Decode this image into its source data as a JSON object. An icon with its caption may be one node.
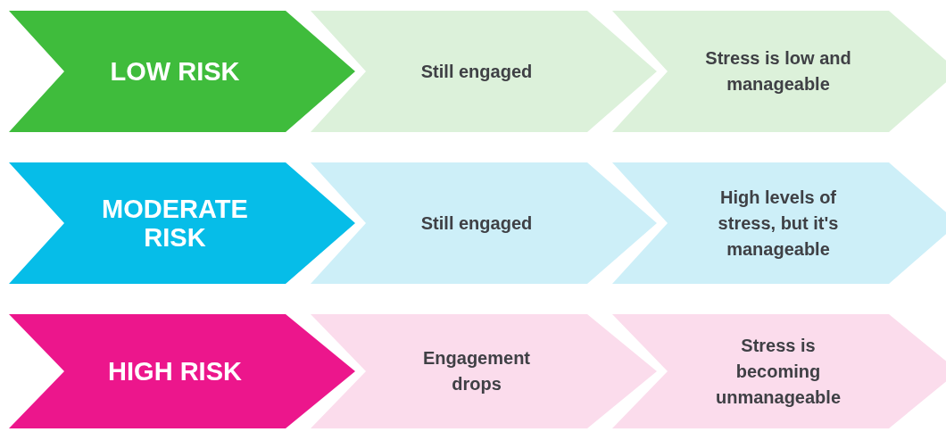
{
  "diagram": {
    "nodes": [
      {
        "text": [
          "LOW RISK"
        ]
      },
      {
        "text": [
          "Still engaged"
        ]
      },
      {
        "text": [
          "Stress is low and manageable"
        ]
      },
      {
        "text": [
          "MODERATE RISK"
        ]
      },
      {
        "text": [
          "Still engaged"
        ]
      },
      {
        "text": [
          "High levels of stress, but it's manageable"
        ]
      },
      {
        "text": [
          "HIGH RISK"
        ]
      },
      {
        "text": [
          "Engagement drops"
        ]
      },
      {
        "text": [
          "Stress is becoming unmanageable"
        ]
      }
    ]
  }
}
